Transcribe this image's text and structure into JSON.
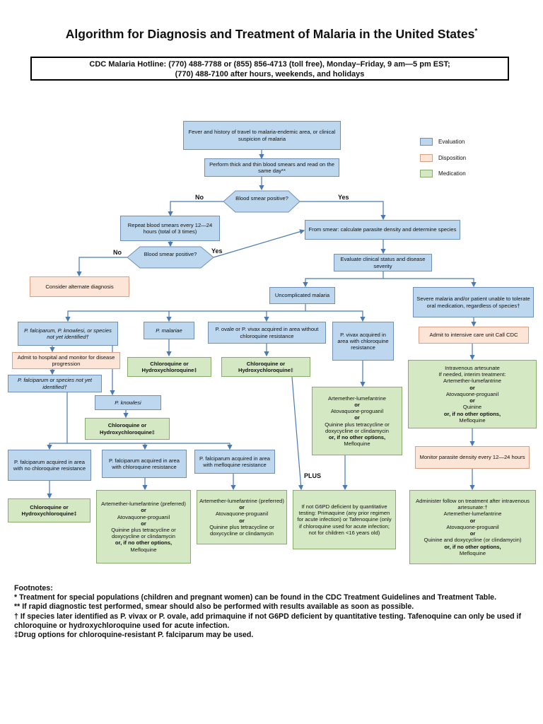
{
  "title": "Algorithm for Diagnosis and Treatment of Malaria in the United States",
  "title_mark": "*",
  "hotline": {
    "line1": "CDC Malaria Hotline: (770) 488-7788 or (855) 856-4713 (toll free), Monday–Friday, 9 am—5 pm EST;",
    "line2": "(770) 488-7100 after hours, weekends, and holidays"
  },
  "legend": [
    {
      "label": "Evaluation",
      "color": "#bdd7ee"
    },
    {
      "label": "Disposition",
      "color": "#fce4d6"
    },
    {
      "label": "Medication",
      "color": "#d5e8c4"
    }
  ],
  "nodes": {
    "fever": "Fever and history of travel to malaria-endemic area, or clinical suspicion of malaria",
    "smears": "Perform thick and thin blood smears and read on the same day**",
    "decision1": "Blood smear positive?",
    "no1": "No",
    "yes1": "Yes",
    "repeat": "Repeat blood smears every 12—24 hours (total of 3 times)",
    "from_smear": "From smear: calculate parasite density and determine species",
    "decision2": "Blood smear positive?",
    "no2": "No",
    "yes2": "Yes",
    "alternate": "Consider alternate diagnosis",
    "evaluate": "Evaluate clinical status and disease severity",
    "uncomplicated": "Uncomplicated malaria",
    "severe": "Severe malaria and/or patient unable to tolerate oral medication, regardless of species†",
    "pfk_species": "P. falciparum, P. knowlesi, or species not yet identified†",
    "pmalariae": "P. malariae",
    "povale_vivax": "P. ovale or P. vivax acquired in area without chloroquine resistance",
    "pvivax_res": "P. vivax acquired in area with chloroquine resistance",
    "admit_hospital": "Admit to hospital and monitor for disease progression",
    "chloro_malariae": "Chloroquine or Hydroxychloroquine‡",
    "chloro_ovale": "Chloroquine or Hydroxychloroquine‡",
    "admit_icu": "Admit to intensive care unit Call CDC",
    "pf_not_identified": "P. falciparum or species not yet identified†",
    "pknowlesi": "P. knowlesi",
    "chloro_knowlesi": "Chloroquine or Hydroxychloroquine‡",
    "pf_no_res": "P. falciparum acquired in area with no chloroquine resistance",
    "pf_chl_res": "P. falciparum acquired in area with chloroquine resistance",
    "pf_mef_res": "P. falciparum acquired in area with mefloquine resistance",
    "chloro_pf": "Chloroquine or Hydroxychloroquine‡",
    "vivax_med": [
      "Artemether-lumefantrine",
      "or",
      "Atovaquone-proguanil",
      "or",
      "Quinine plus tetracycline or doxycycline or clindamycin",
      "or, if no other options,",
      "Mefloquine"
    ],
    "pf_chl_med": [
      "Artemether-lumefantrine (preferred)",
      "or",
      "Atovaquone-proguanil",
      "or",
      "Quinine plus tetracycline or doxycycline or clindamycin",
      "or, if no other options,",
      "Mefloquine"
    ],
    "pf_mef_med": [
      "Artemether-lumefantrine (preferred)",
      "or",
      "Atovaquone-proguanil",
      "or",
      "Quinine plus tetracycline or doxycycline or clindamycin"
    ],
    "iv_artesunate": [
      "Intravenous artesunate",
      "If needed, interim treatment:",
      "Artemether-lumefantrine",
      "or",
      "Atovaquone-proguanil",
      "or",
      "Quinine",
      "or, if no other options,",
      "Mefloquine"
    ],
    "monitor_density": "Monitor parasite density every 12—24 hours",
    "plus": "PLUS",
    "g6pd": "If not G6PD deficient by quantitative testing: Primaquine (any prior regimen for acute infection) or Tafenoquine (only if chloroquine used for acute infection; not for children <16 years old)",
    "follow_on": [
      "Administer follow on treatment after intravenous artesunate:†",
      "Artemether-lumefantrine",
      "or",
      "Atovaquone-proguanil",
      "or",
      "Quinine and doxycycline (or clindamycin)",
      "or, if no other options,",
      "Mefloquine"
    ]
  },
  "footnotes": {
    "heading": "Footnotes:",
    "items": [
      "* Treatment for special populations (children and pregnant women) can be found in the CDC Treatment Guidelines and Treatment Table.",
      "** If rapid diagnostic test performed, smear should also be performed with results available as soon as possible.",
      "† If species later identified as P. vivax or P. ovale, add primaquine if not G6PD deficient by quantitative testing. Tafenoquine can only be used if chloroquine or hydroxychloroquine used for acute infection.",
      "‡Drug options for chloroquine-resistant P. falciparum may be used."
    ]
  }
}
